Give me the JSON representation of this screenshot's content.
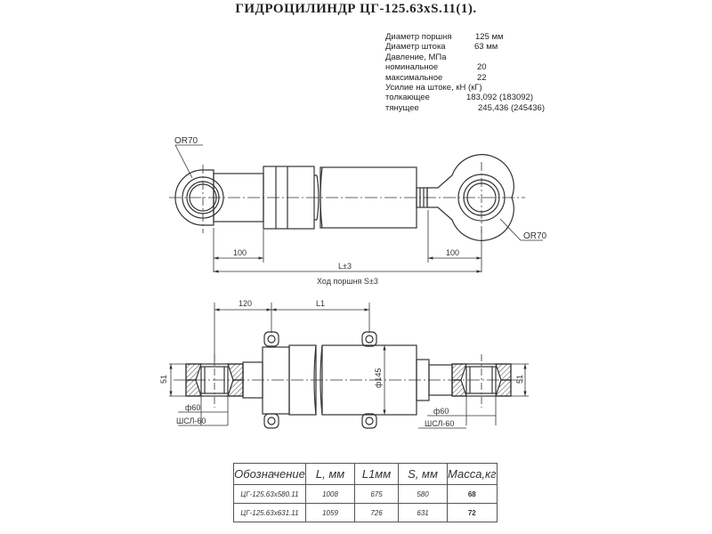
{
  "title": "ГИДРОЦИЛИНДР ЦГ-125.63хS.11(1).",
  "specs": [
    {
      "label": "Диаметр поршня",
      "value": "125 мм"
    },
    {
      "label": "Диаметр штока",
      "value": "63 мм"
    },
    {
      "label": "Давление, МПа",
      "value": ""
    },
    {
      "label": "номинальное",
      "value": "20"
    },
    {
      "label": "максимальное",
      "value": "22"
    },
    {
      "label": "Усилие на штоке, кН (кГ)",
      "value": ""
    },
    {
      "label": "толкающее",
      "value": "183,092 (183092)"
    },
    {
      "label": "тянущее",
      "value": "245,436 (245436)"
    }
  ],
  "dims": {
    "r70_left": "OR70",
    "r70_right": "OR70",
    "d100_left": "100",
    "d100_right": "100",
    "L_total": "L±3",
    "stroke": "Ход поршня S±3",
    "d120": "120",
    "L1": "L1",
    "s1_left": "51",
    "s1_right": "51",
    "d145": "ф145",
    "d60_left": "ф60",
    "d60_right": "ф60",
    "shsl_left": "ШСЛ-60",
    "shsl_right": "ШСЛ-60"
  },
  "table": {
    "headers": [
      "Обозначение",
      "L, мм",
      "L1мм",
      "S, мм",
      "Масса,кг"
    ],
    "rows": [
      [
        "ЦГ-125.63х580.11",
        "1008",
        "675",
        "580",
        "68"
      ],
      [
        "ЦГ-125.63х631.11",
        "1059",
        "726",
        "631",
        "72"
      ]
    ]
  }
}
